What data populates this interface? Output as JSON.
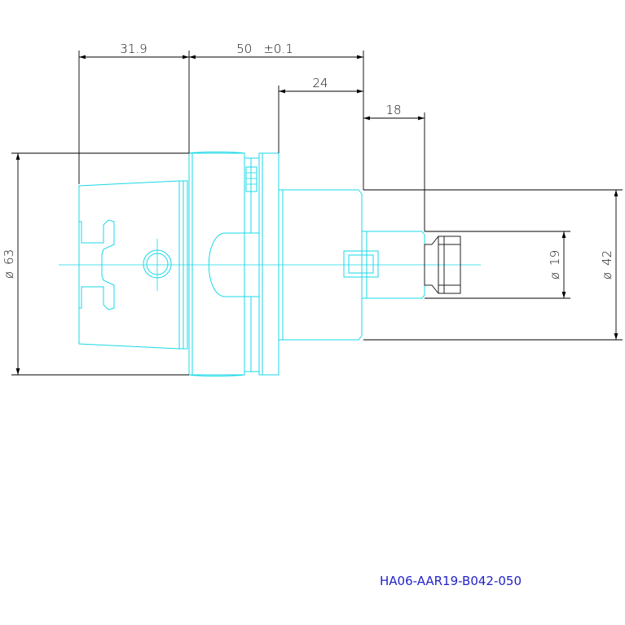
{
  "drawing": {
    "dimensions": {
      "flange_offset": "31.9",
      "gauge_length": "50",
      "gauge_tolerance": "±0.1",
      "body_length": "24",
      "shank_length": "18",
      "flange_diameter": "63",
      "shank_diameter": "19",
      "body_diameter": "42",
      "diameter_symbol": "ø"
    },
    "part_number": "HA06-AAR19-B042-050",
    "colors": {
      "outline": "#18d8e8",
      "dimension": "#000000",
      "part_number": "#2323c8"
    }
  }
}
